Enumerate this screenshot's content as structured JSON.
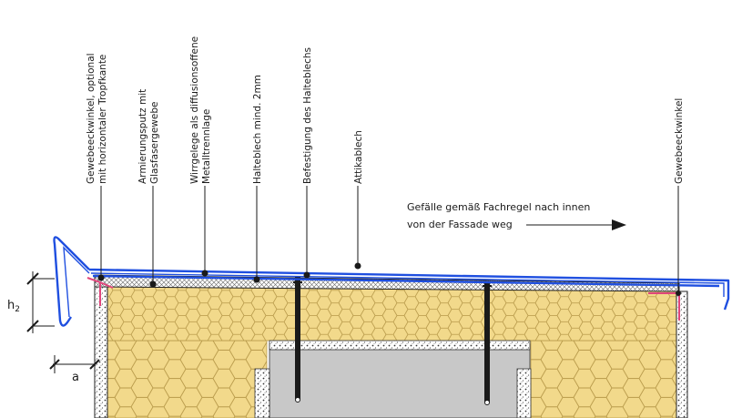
{
  "labels": {
    "gewebeeckwinkel_line1": "Gewebeeckwinkel, optional",
    "gewebeeckwinkel_line2": "mit horizontaler Tropfkante",
    "armierungsputz_line1": "Armierungsputz mit",
    "armierungsputz_line2": "Glasfasergewebe",
    "wirrgelege_line1": "Wirrgelege als diffusionsoffene",
    "wirrgelege_line2": "Metalltrennlage",
    "halteblech": "Halteblech mind. 2mm",
    "befestigung": "Befestigung des Halteblechs",
    "attikablech": "Attikablech",
    "gewebeeckwinkel_right": "Gewebeeckwinkel"
  },
  "slope_note": {
    "line1": "Gefälle gemäß Fachregel nach innen",
    "line2": "von der Fassade weg"
  },
  "dimensions": {
    "h_main": "h",
    "h_sub": "2",
    "a": "a"
  },
  "colors": {
    "insulation": "#f2d98b",
    "insulation_outline": "#b89a4a",
    "sheet_metal": "#1f4fe0",
    "mesh_corner": "#e0457b",
    "concrete": "#c8c8c8",
    "leader": "#1a1a1a"
  }
}
